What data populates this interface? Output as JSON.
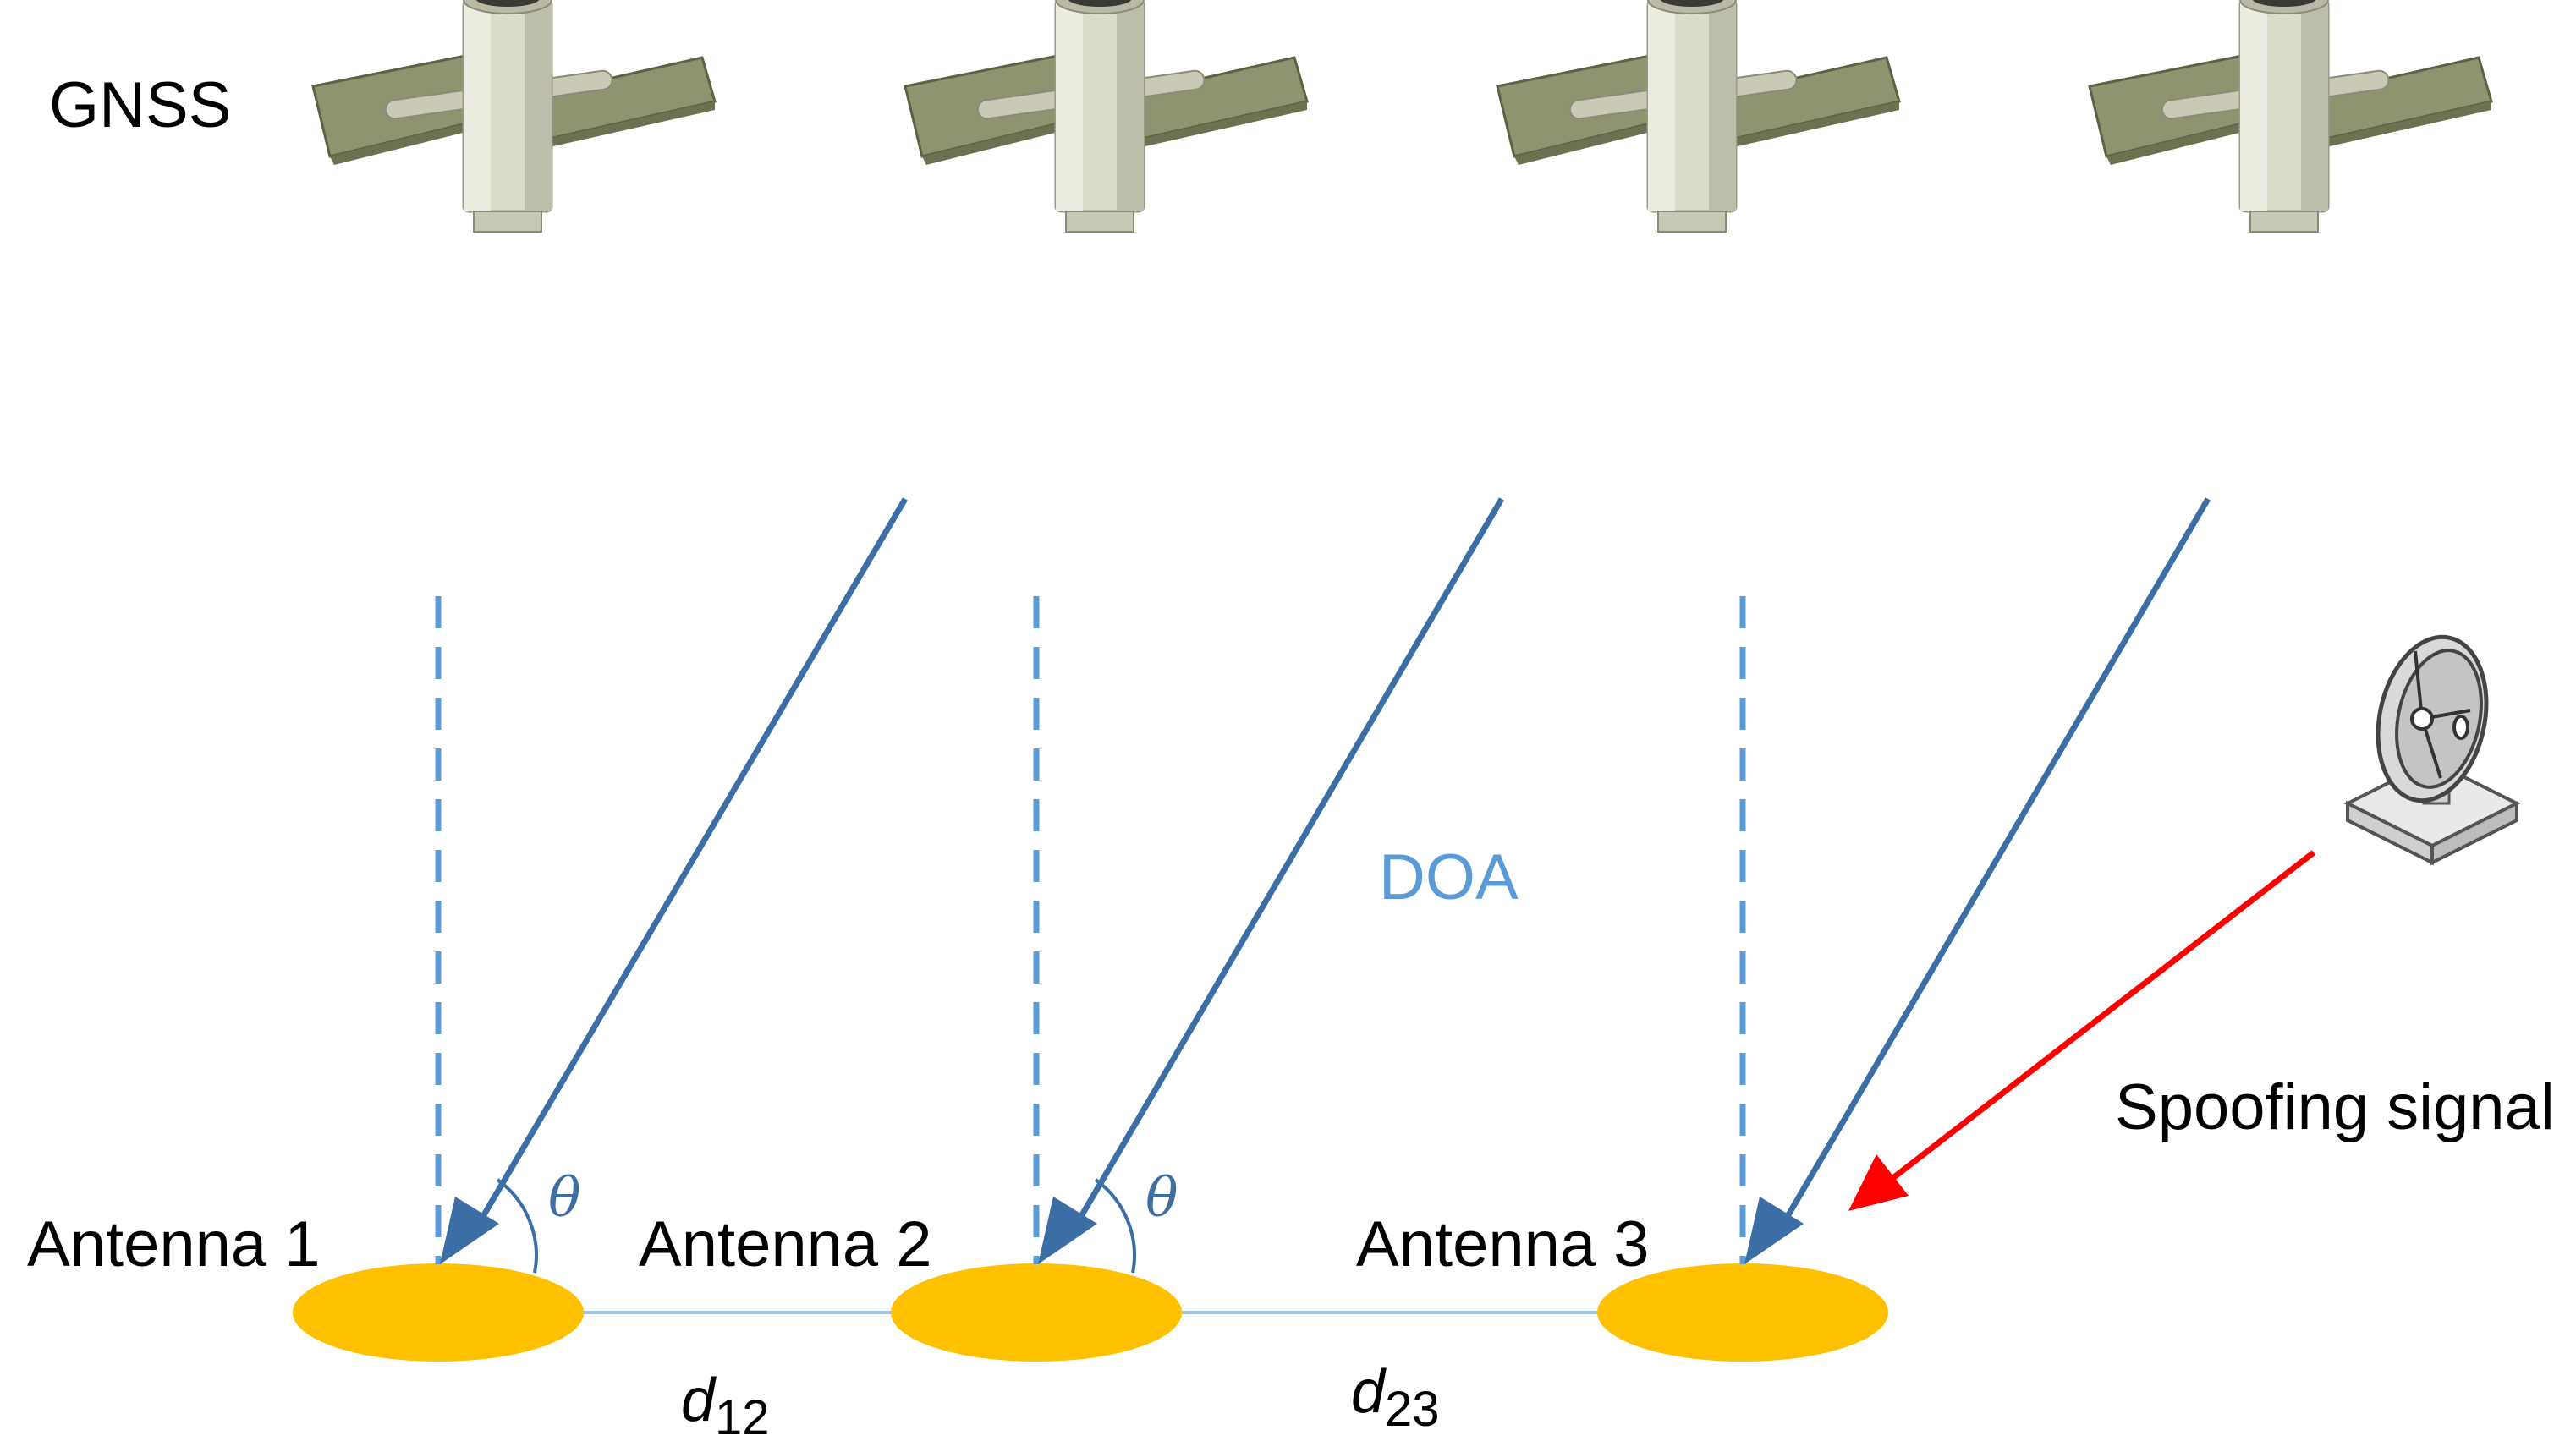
{
  "gnss_label": "GNSS",
  "doa_label": "DOA",
  "spoofing_label": "Spoofing signal",
  "antennas": [
    {
      "label": "Antenna 1"
    },
    {
      "label": "Antenna 2"
    },
    {
      "label": "Antenna 3"
    }
  ],
  "angle_symbol": "θ",
  "distances": [
    {
      "symbol": "d",
      "subscript": "12"
    },
    {
      "symbol": "d",
      "subscript": "23"
    }
  ],
  "colors": {
    "antenna_fill": "#FFC000",
    "signal_arrow": "#3A6EA5",
    "normal_line": "#5B9BD5",
    "baseline": "#9DC3E6",
    "spoofing_arrow": "#FF0000",
    "satellite_body": "#DCDCCB",
    "solar_panel": "#8F9470"
  },
  "icons": [
    "satellite-icon",
    "spoofing-dish-icon"
  ]
}
